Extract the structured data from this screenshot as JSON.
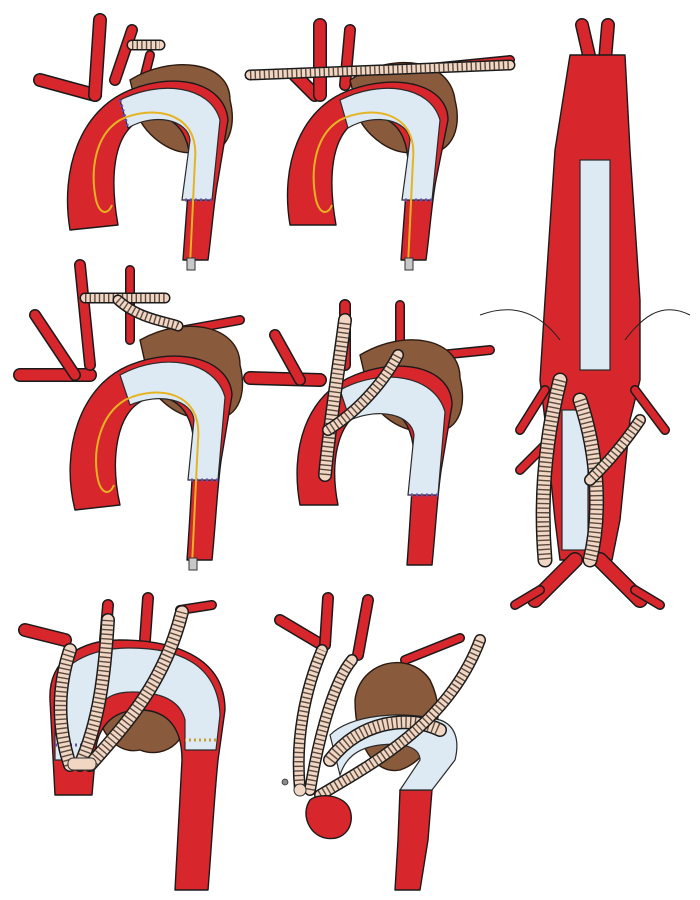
{
  "figure": {
    "panels": [
      {
        "id": "top-left"
      },
      {
        "id": "top-middle"
      },
      {
        "id": "right-tall"
      },
      {
        "id": "middle-left"
      },
      {
        "id": "middle-middle"
      },
      {
        "id": "bottom-left"
      },
      {
        "id": "bottom-middle"
      }
    ],
    "colors": {
      "aorta": "#d7262c",
      "aneurysm": "#8a5a3c",
      "stent_graft": "#dde9f3",
      "stent_wire": "#4a86c4",
      "bypass_graft": "#f1d7c3",
      "guidewire": "#e6b422",
      "outline": "#1a1a1a"
    }
  }
}
